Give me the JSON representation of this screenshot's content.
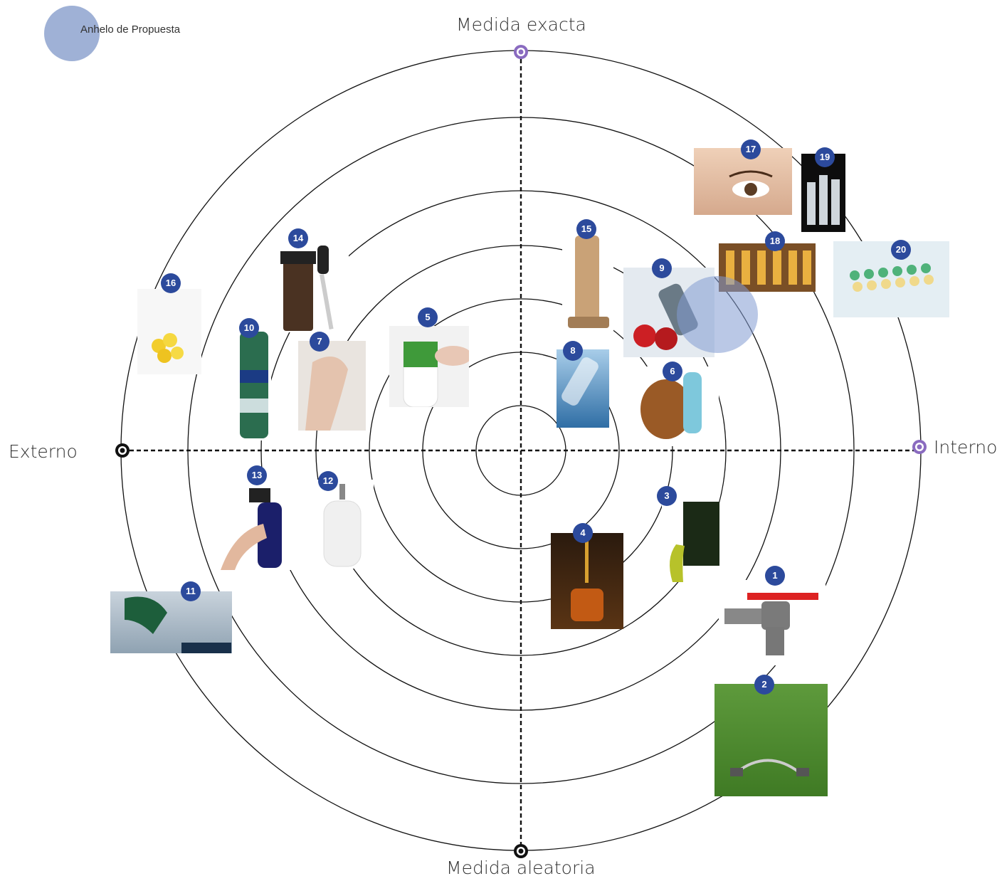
{
  "legend": {
    "label": "Anhelo de Propuesta"
  },
  "axes": {
    "top": "Medida exacta",
    "bottom": "Medida aleatoria",
    "left": "Externo",
    "right": "Interno"
  },
  "items": [
    {
      "n": "1",
      "name": "faucet-photo"
    },
    {
      "n": "2",
      "name": "lawn-sprinkler-photo"
    },
    {
      "n": "3",
      "name": "oil-pour-photo"
    },
    {
      "n": "4",
      "name": "honey-photo"
    },
    {
      "n": "5",
      "name": "soap-dispenser-photo"
    },
    {
      "n": "6",
      "name": "dog-water-bottle-photo"
    },
    {
      "n": "7",
      "name": "perfume-photo"
    },
    {
      "n": "8",
      "name": "water-bottle-photo"
    },
    {
      "n": "9",
      "name": "salad-spray-photo"
    },
    {
      "n": "10",
      "name": "aerosol-can-photo"
    },
    {
      "n": "11",
      "name": "fuel-nozzle-photo"
    },
    {
      "n": "12",
      "name": "lotion-pump-photo"
    },
    {
      "n": "13",
      "name": "spray-bottle-photo"
    },
    {
      "n": "14",
      "name": "dropper-bottle-photo"
    },
    {
      "n": "15",
      "name": "lab-dispenser-photo"
    },
    {
      "n": "16",
      "name": "capsules-bag-photo"
    },
    {
      "n": "17",
      "name": "eye-drop-photo"
    },
    {
      "n": "18",
      "name": "ampoules-photo"
    },
    {
      "n": "19",
      "name": "syringes-photo"
    },
    {
      "n": "20",
      "name": "blister-pack-photo"
    }
  ]
}
